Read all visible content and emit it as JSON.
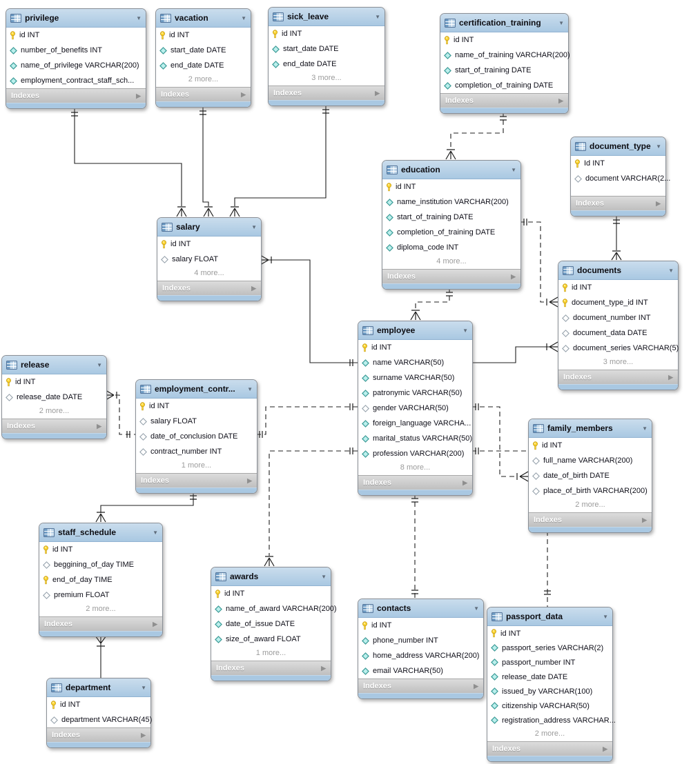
{
  "labels": {
    "indexes": "Indexes",
    "collapse_icon": "▼",
    "expand_icon": "▶"
  },
  "colors": {
    "header_blue_top": "#cadded",
    "header_blue_bottom": "#a9c8e2",
    "indexes_gray": "#c7c7c7",
    "footer_blue": "#a9c8e2",
    "key_icon_yellow": "#ffd733",
    "diamond_filled_cyan": "#8fe1de",
    "diamond_open_white": "#ffffff",
    "line_black": "#1c1c1c",
    "canvas_white": "#ffffff"
  },
  "tables": {
    "privilege": {
      "title": "privilege",
      "more": null,
      "columns": [
        {
          "icon": "key",
          "text": "id INT"
        },
        {
          "icon": "diamond",
          "text": "number_of_benefits INT"
        },
        {
          "icon": "diamond",
          "text": "name_of_privilege VARCHAR(200)"
        },
        {
          "icon": "diamond",
          "text": "employment_contract_staff_sch..."
        }
      ]
    },
    "vacation": {
      "title": "vacation",
      "more": "2 more...",
      "columns": [
        {
          "icon": "key",
          "text": "id INT"
        },
        {
          "icon": "diamond",
          "text": "start_date DATE"
        },
        {
          "icon": "diamond",
          "text": "end_date DATE"
        }
      ]
    },
    "sick_leave": {
      "title": "sick_leave",
      "more": "3 more...",
      "columns": [
        {
          "icon": "key",
          "text": "id INT"
        },
        {
          "icon": "diamond",
          "text": "start_date DATE"
        },
        {
          "icon": "diamond",
          "text": "end_date DATE"
        }
      ]
    },
    "certification_training": {
      "title": "certification_training",
      "more": null,
      "columns": [
        {
          "icon": "key",
          "text": "id INT"
        },
        {
          "icon": "diamond",
          "text": "name_of_training VARCHAR(200)"
        },
        {
          "icon": "diamond",
          "text": "start_of_training DATE"
        },
        {
          "icon": "diamond",
          "text": "completion_of_training DATE"
        }
      ]
    },
    "document_type": {
      "title": "document_type",
      "more": null,
      "columns": [
        {
          "icon": "key",
          "text": "Id INT"
        },
        {
          "icon": "diamond-open",
          "text": "document VARCHAR(2..."
        }
      ]
    },
    "documents": {
      "title": "documents",
      "more": "3 more...",
      "columns": [
        {
          "icon": "key",
          "text": "id INT"
        },
        {
          "icon": "key",
          "text": "document_type_id INT"
        },
        {
          "icon": "diamond-open",
          "text": "document_number INT"
        },
        {
          "icon": "diamond-open",
          "text": "document_data DATE"
        },
        {
          "icon": "diamond-open",
          "text": "document_series VARCHAR(5)"
        }
      ]
    },
    "education": {
      "title": "education",
      "more": "4 more...",
      "columns": [
        {
          "icon": "key",
          "text": "id INT"
        },
        {
          "icon": "diamond",
          "text": "name_institution VARCHAR(200)"
        },
        {
          "icon": "diamond",
          "text": "start_of_training DATE"
        },
        {
          "icon": "diamond",
          "text": "completion_of_training DATE"
        },
        {
          "icon": "diamond",
          "text": "diploma_code INT"
        }
      ]
    },
    "salary": {
      "title": "salary",
      "more": "4 more...",
      "columns": [
        {
          "icon": "key",
          "text": "id INT"
        },
        {
          "icon": "diamond-open",
          "text": "salary FLOAT"
        }
      ]
    },
    "employee": {
      "title": "employee",
      "more": "8 more...",
      "columns": [
        {
          "icon": "key",
          "text": "id INT"
        },
        {
          "icon": "diamond",
          "text": "name VARCHAR(50)"
        },
        {
          "icon": "diamond",
          "text": "surname VARCHAR(50)"
        },
        {
          "icon": "diamond",
          "text": "patronymic VARCHAR(50)"
        },
        {
          "icon": "diamond-open",
          "text": "gender VARCHAR(50)"
        },
        {
          "icon": "diamond",
          "text": "foreign_language VARCHA..."
        },
        {
          "icon": "diamond",
          "text": "marital_status VARCHAR(50)"
        },
        {
          "icon": "diamond",
          "text": "profession VARCHAR(200)"
        }
      ]
    },
    "release": {
      "title": "release",
      "more": "2 more...",
      "columns": [
        {
          "icon": "key",
          "text": "id INT"
        },
        {
          "icon": "diamond-open",
          "text": "release_date DATE"
        }
      ]
    },
    "employment_contract": {
      "title": "employment_contr...",
      "more": "1 more...",
      "columns": [
        {
          "icon": "key",
          "text": "id INT"
        },
        {
          "icon": "diamond-open",
          "text": "salary FLOAT"
        },
        {
          "icon": "diamond-open",
          "text": "date_of_conclusion DATE"
        },
        {
          "icon": "diamond-open",
          "text": "contract_number INT"
        }
      ]
    },
    "family_members": {
      "title": "family_members",
      "more": "2 more...",
      "columns": [
        {
          "icon": "key",
          "text": "id INT"
        },
        {
          "icon": "diamond-open",
          "text": "full_name VARCHAR(200)"
        },
        {
          "icon": "diamond-open",
          "text": "date_of_birth DATE"
        },
        {
          "icon": "diamond-open",
          "text": "place_of_birth VARCHAR(200)"
        }
      ]
    },
    "staff_schedule": {
      "title": "staff_schedule",
      "more": "2 more...",
      "columns": [
        {
          "icon": "key",
          "text": "id INT"
        },
        {
          "icon": "diamond-open",
          "text": "beggining_of_day TIME"
        },
        {
          "icon": "key",
          "text": "end_of_day TIME"
        },
        {
          "icon": "diamond-open",
          "text": "premium FLOAT"
        }
      ]
    },
    "awards": {
      "title": "awards",
      "more": "1 more...",
      "columns": [
        {
          "icon": "key",
          "text": "id INT"
        },
        {
          "icon": "diamond",
          "text": "name_of_award VARCHAR(200)"
        },
        {
          "icon": "diamond",
          "text": "date_of_issue DATE"
        },
        {
          "icon": "diamond",
          "text": "size_of_award FLOAT"
        }
      ]
    },
    "contacts": {
      "title": "contacts",
      "more": null,
      "columns": [
        {
          "icon": "key",
          "text": "id INT"
        },
        {
          "icon": "diamond",
          "text": "phone_number INT"
        },
        {
          "icon": "diamond",
          "text": "home_address VARCHAR(200)"
        },
        {
          "icon": "diamond",
          "text": "email VARCHAR(50)"
        }
      ]
    },
    "passport_data": {
      "title": "passport_data",
      "more": "2 more...",
      "columns": [
        {
          "icon": "key",
          "text": "id INT"
        },
        {
          "icon": "diamond",
          "text": "passport_series VARCHAR(2)"
        },
        {
          "icon": "diamond",
          "text": "passport_number INT"
        },
        {
          "icon": "diamond",
          "text": "release_date DATE"
        },
        {
          "icon": "diamond",
          "text": "issued_by VARCHAR(100)"
        },
        {
          "icon": "diamond",
          "text": "citizenship VARCHAR(50)"
        },
        {
          "icon": "diamond",
          "text": "registration_address VARCHAR..."
        }
      ]
    },
    "department": {
      "title": "department",
      "more": null,
      "columns": [
        {
          "icon": "key",
          "text": "id INT"
        },
        {
          "icon": "diamond-open",
          "text": "department VARCHAR(45)"
        }
      ]
    }
  },
  "relationships": [
    {
      "from": "privilege",
      "to": "salary",
      "line": "solid",
      "from_end": "one",
      "to_end": "many"
    },
    {
      "from": "vacation",
      "to": "salary",
      "line": "solid",
      "from_end": "one",
      "to_end": "many"
    },
    {
      "from": "sick_leave",
      "to": "salary",
      "line": "solid",
      "from_end": "one",
      "to_end": "many"
    },
    {
      "from": "document_type",
      "to": "documents",
      "line": "solid",
      "from_end": "one",
      "to_end": "many"
    },
    {
      "from": "salary",
      "to": "employee",
      "line": "solid",
      "from_end": "many",
      "to_end": "one"
    },
    {
      "from": "employee",
      "to": "documents",
      "line": "solid",
      "from_end": "plain",
      "to_end": "many"
    },
    {
      "from": "employment_contract",
      "to": "staff_schedule",
      "line": "solid",
      "from_end": "one",
      "to_end": "many"
    },
    {
      "from": "staff_schedule",
      "to": "department",
      "line": "solid",
      "from_end": "many",
      "to_end": "plain"
    },
    {
      "from": "certification_training",
      "to": "education",
      "line": "dashed",
      "from_end": "one",
      "to_end": "many"
    },
    {
      "from": "education",
      "to": "employee",
      "line": "dashed",
      "from_end": "one",
      "to_end": "many"
    },
    {
      "from": "education",
      "to": "documents",
      "line": "dashed",
      "from_end": "one",
      "to_end": "many"
    },
    {
      "from": "release",
      "to": "employment_contract",
      "line": "dashed",
      "from_end": "many",
      "to_end": "one"
    },
    {
      "from": "employment_contract",
      "to": "employee",
      "line": "dashed",
      "from_end": "one",
      "to_end": "one"
    },
    {
      "from": "employee",
      "to": "awards",
      "line": "dashed",
      "from_end": "one",
      "to_end": "many"
    },
    {
      "from": "employee",
      "to": "contacts",
      "line": "dashed",
      "from_end": "one",
      "to_end": "one"
    },
    {
      "from": "employee",
      "to": "family_members",
      "line": "dashed",
      "from_end": "one",
      "to_end": "many"
    },
    {
      "from": "employee",
      "to": "family_members",
      "line": "dashed",
      "from_end": "one",
      "to_end": "plain"
    },
    {
      "from": "family_members",
      "to": "passport_data",
      "line": "dashed",
      "from_end": "plain",
      "to_end": "one"
    }
  ]
}
